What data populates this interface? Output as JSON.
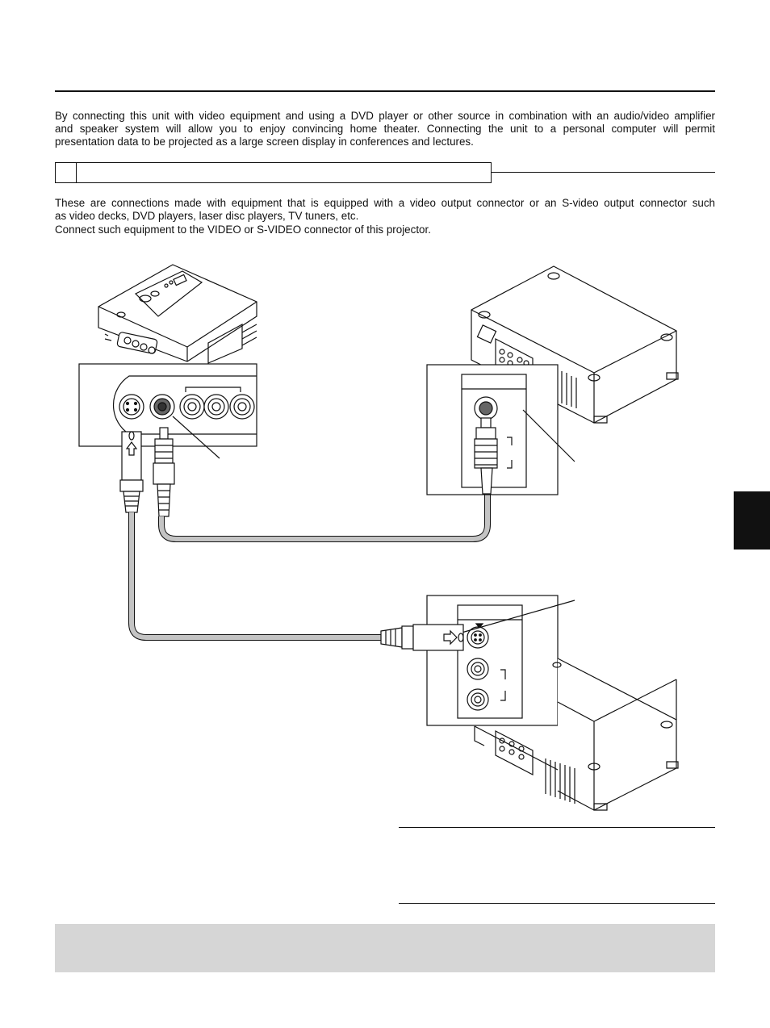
{
  "intro": {
    "line1": "By connecting this unit with video equipment and using a DVD player or other source in combination with an audio/video amplifier",
    "line2": "and speaker system will allow you to enjoy convincing home theater. Connecting the unit to a personal computer will permit",
    "line3": "presentation data to be projected as a large screen display in conferences and lectures."
  },
  "section": {
    "number": "",
    "title": ""
  },
  "body": {
    "line1": "These are connections made with equipment that is equipped with a video output connector or an S-video output connector such",
    "line2": "as video decks, DVD players, laser disc players, TV tuners, etc.",
    "line3": "Connect such equipment to the VIDEO or S-VIDEO connector of this projector."
  },
  "colors": {
    "line": "#111111",
    "cable": "#bdbdbd",
    "tab": "#111111",
    "note_bg": "#d6d6d6"
  }
}
